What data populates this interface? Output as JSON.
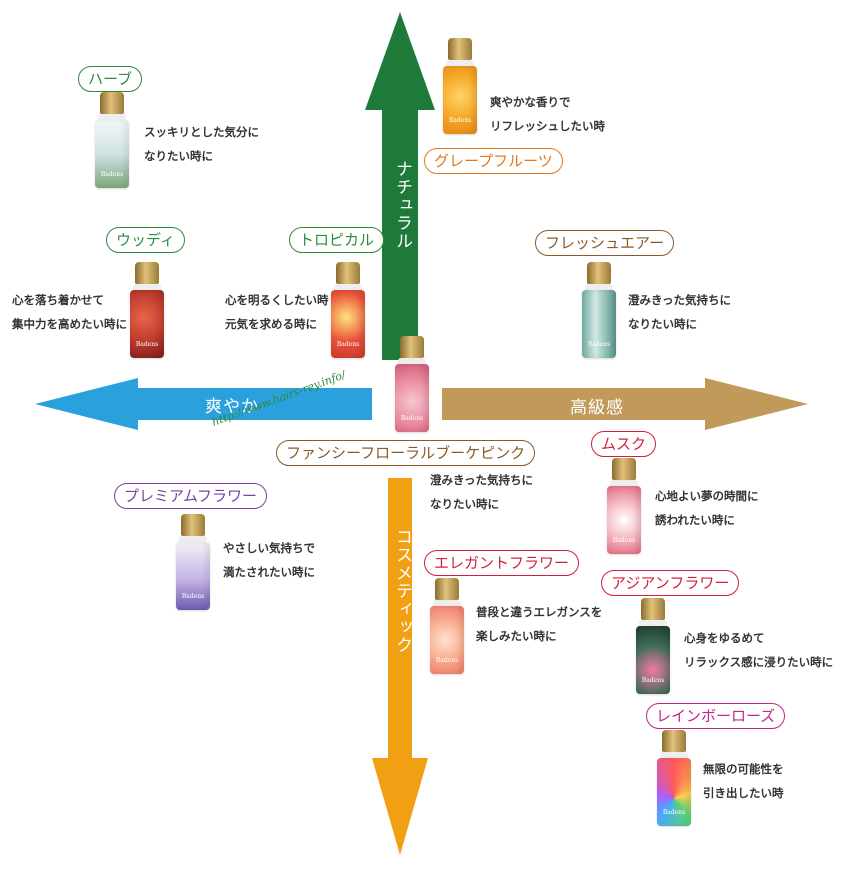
{
  "axes": {
    "top": {
      "label": "ナチュラル",
      "color": "#1f7a3a"
    },
    "bottom": {
      "label": "コスメティック",
      "color": "#f0a012"
    },
    "left": {
      "label": "爽やか",
      "color": "#2aa0dc"
    },
    "right": {
      "label": "高級感",
      "color": "#c19a5b"
    }
  },
  "watermark": "http://www.hairs-rey.info/",
  "products": {
    "herb": {
      "name": "ハーブ",
      "color": "#2e8b3c",
      "line1": "スッキリとした気分に",
      "line2": "なりたい時に"
    },
    "grapefruit": {
      "name": "グレープフルーツ",
      "color": "#e07a1f",
      "line1": "爽やかな香りで",
      "line2": "リフレッシュしたい時"
    },
    "woody": {
      "name": "ウッディ",
      "color": "#2e8b3c",
      "line1": "心を落ち着かせて",
      "line2": "集中力を高めたい時に"
    },
    "tropical": {
      "name": "トロピカル",
      "color": "#2e8b3c",
      "line1": "心を明るくしたい時",
      "line2": "元気を求める時に"
    },
    "freshair": {
      "name": "フレッシュエアー",
      "color": "#8a5a2b",
      "line1": "澄みきった気持ちに",
      "line2": "なりたい時に"
    },
    "fancy": {
      "name": "ファンシーフローラルブーケピンク",
      "color": "#8a5a2b",
      "line1": "澄みきった気持ちに",
      "line2": "なりたい時に"
    },
    "musk": {
      "name": "ムスク",
      "color": "#d0213a",
      "line1": "心地よい夢の時間に",
      "line2": "誘われたい時に"
    },
    "premium": {
      "name": "プレミアムフラワー",
      "color": "#7a3fa0",
      "line1": "やさしい気持ちで",
      "line2": "満たされたい時に"
    },
    "elegant": {
      "name": "エレガントフラワー",
      "color": "#d0213a",
      "line1": "普段と違うエレガンスを",
      "line2": "楽しみたい時に"
    },
    "asian": {
      "name": "アジアンフラワー",
      "color": "#d0213a",
      "line1": "心身をゆるめて",
      "line2": "リラックス感に浸りたい時に"
    },
    "rainbow": {
      "name": "レインボーローズ",
      "color": "#c0268a",
      "line1": "無限の可能性を",
      "line2": "引き出したい時"
    }
  },
  "bottle_brand": "Badens"
}
